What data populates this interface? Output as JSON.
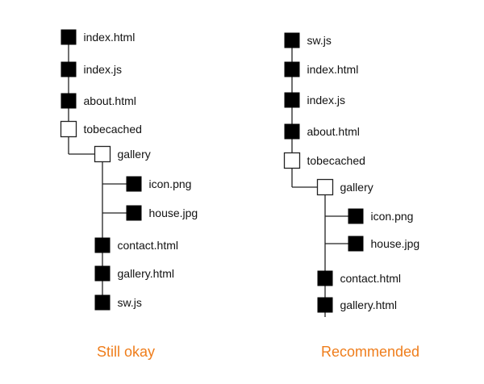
{
  "colors": {
    "file": "#000000",
    "folder_fill": "#ffffff",
    "stroke": "#222222",
    "caption": "#ef7d1b"
  },
  "trees": [
    {
      "caption": "Still okay",
      "nodes": [
        {
          "label": "index.html",
          "kind": "file"
        },
        {
          "label": "index.js",
          "kind": "file"
        },
        {
          "label": "about.html",
          "kind": "file"
        },
        {
          "label": "tobecached",
          "kind": "folder"
        },
        {
          "label": "gallery",
          "kind": "folder"
        },
        {
          "label": "icon.png",
          "kind": "file"
        },
        {
          "label": "house.jpg",
          "kind": "file"
        },
        {
          "label": "contact.html",
          "kind": "file"
        },
        {
          "label": "gallery.html",
          "kind": "file"
        },
        {
          "label": "sw.js",
          "kind": "file"
        }
      ]
    },
    {
      "caption": "Recommended",
      "nodes": [
        {
          "label": "sw.js",
          "kind": "file"
        },
        {
          "label": "index.html",
          "kind": "file"
        },
        {
          "label": "index.js",
          "kind": "file"
        },
        {
          "label": "about.html",
          "kind": "file"
        },
        {
          "label": "tobecached",
          "kind": "folder"
        },
        {
          "label": "gallery",
          "kind": "folder"
        },
        {
          "label": "icon.png",
          "kind": "file"
        },
        {
          "label": "house.jpg",
          "kind": "file"
        },
        {
          "label": "contact.html",
          "kind": "file"
        },
        {
          "label": "gallery.html",
          "kind": "file"
        }
      ]
    }
  ]
}
